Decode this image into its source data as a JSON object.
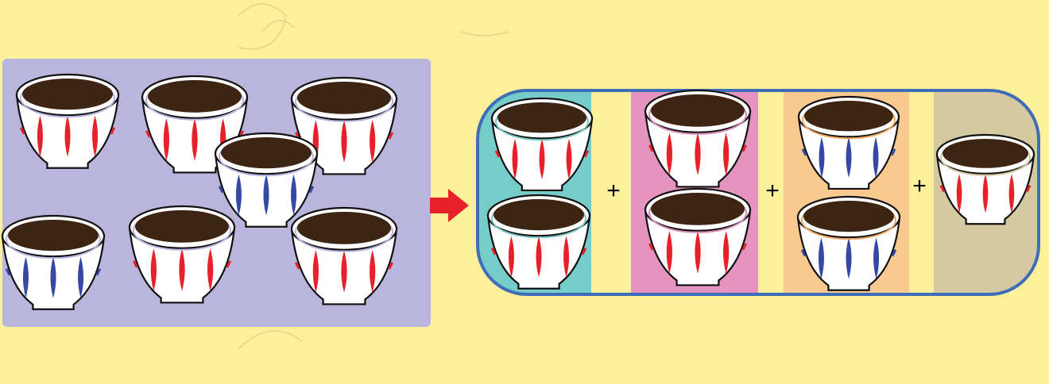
{
  "colors": {
    "background": "#fdf09a",
    "left_panel": "#bab5dc",
    "arrow": "#e8202a",
    "group_outline": "#3f6db8",
    "cup_body": "#ffffff",
    "coffee": "#3e2412",
    "stripe_red": "#e8202a",
    "stripe_blue": "#3548a6"
  },
  "left_panel": {
    "cups": [
      {
        "stripe": "red"
      },
      {
        "stripe": "red"
      },
      {
        "stripe": "red"
      },
      {
        "stripe": "blue"
      },
      {
        "stripe": "blue"
      },
      {
        "stripe": "red"
      },
      {
        "stripe": "red"
      }
    ]
  },
  "arrow": {
    "icon": "right-arrow-icon"
  },
  "groups": [
    {
      "color": "#76ccc9",
      "rim": "#7ac8c4",
      "cups": [
        {
          "stripe": "red"
        },
        {
          "stripe": "red"
        }
      ]
    },
    {
      "color": "#e494bf",
      "rim": "#d78ab8",
      "cups": [
        {
          "stripe": "red"
        },
        {
          "stripe": "red"
        }
      ]
    },
    {
      "color": "#fac990",
      "rim": "#f0a860",
      "cups": [
        {
          "stripe": "blue"
        },
        {
          "stripe": "blue"
        }
      ]
    },
    {
      "color": "#d4c9a0",
      "rim": "#cfc49a",
      "cups": [
        {
          "stripe": "red"
        }
      ]
    }
  ],
  "operators": [
    "+",
    "+",
    "+"
  ]
}
